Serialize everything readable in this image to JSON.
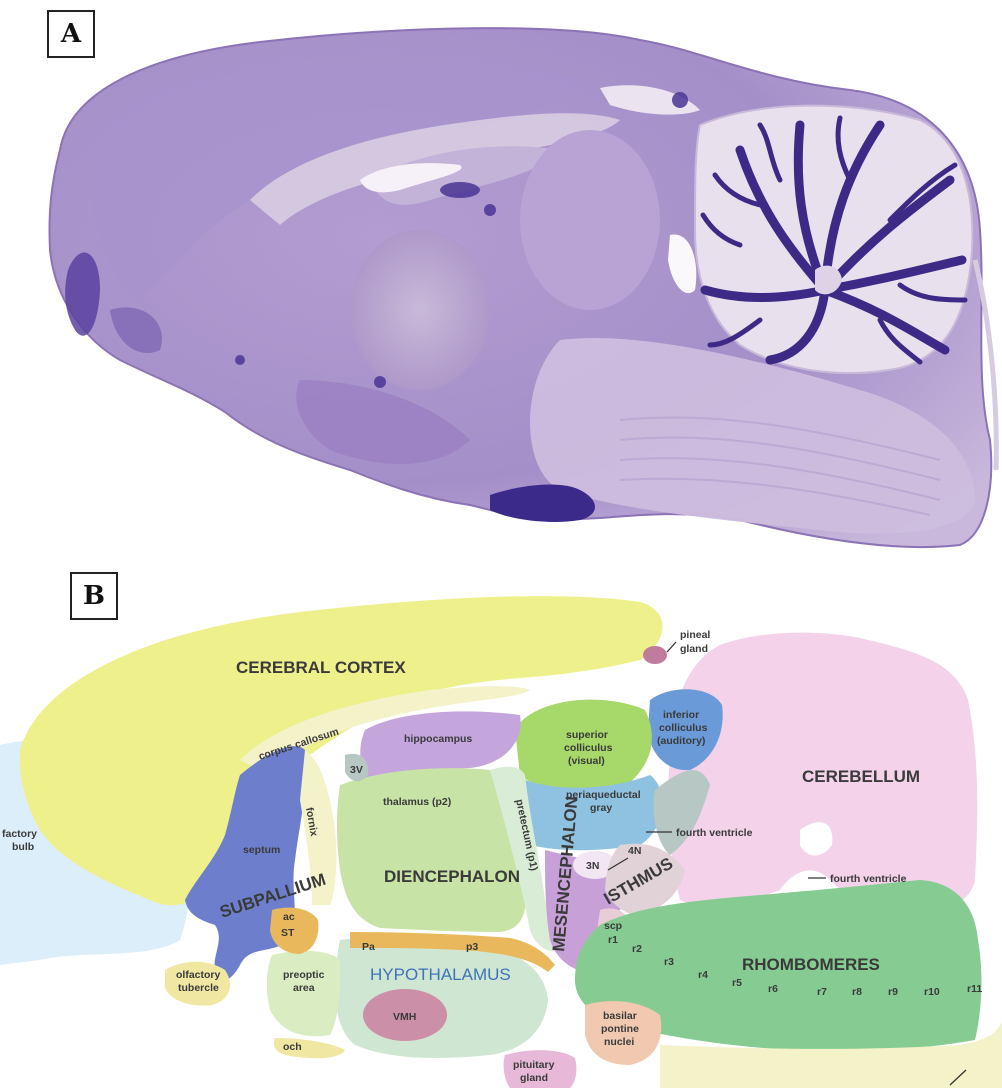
{
  "panels": {
    "a_label": "A",
    "b_label": "B"
  },
  "regions": {
    "cerebral_cortex": "CEREBRAL CORTEX",
    "pineal_gland_1": "pineal",
    "pineal_gland_2": "gland",
    "cerebellum": "CEREBELLUM",
    "inferior_colliculus_1": "inferior",
    "inferior_colliculus_2": "colliculus",
    "inferior_colliculus_3": "(auditory)",
    "superior_colliculus_1": "superior",
    "superior_colliculus_2": "colliculus",
    "superior_colliculus_3": "(visual)",
    "hippocampus": "hippocampus",
    "corpus_callosum": "corpus callosum",
    "third_ventricle": "3V",
    "periaqueductal_gray_1": "periaqueductal",
    "periaqueductal_gray_2": "gray",
    "fourth_ventricle_1": "fourth ventricle",
    "fourth_ventricle_2": "fourth ventricle",
    "olfactory_bulb_1": "factory",
    "olfactory_bulb_2": "bulb",
    "septum": "septum",
    "fornix": "fornix",
    "thalamus": "thalamus (p2)",
    "pretectum": "pretectum (p1)",
    "diencephalon": "DIENCEPHALON",
    "mesencephalon": "MESENCEPHALON",
    "three_n": "3N",
    "four_n": "4N",
    "isthmus": "ISTHMUS",
    "subpallium": "SUBPALLIUM",
    "ac": "ac",
    "st": "ST",
    "pa": "Pa",
    "p3": "p3",
    "scp": "scp",
    "olfactory_tubercle_1": "olfactory",
    "olfactory_tubercle_2": "tubercle",
    "preoptic_area_1": "preoptic",
    "preoptic_area_2": "area",
    "hypothalamus": "HYPOTHALAMUS",
    "vmh": "VMH",
    "och": "och",
    "pituitary_gland_1": "pituitary",
    "pituitary_gland_2": "gland",
    "basilar_pontine_1": "basilar",
    "basilar_pontine_2": "pontine",
    "basilar_pontine_3": "nuclei",
    "rhombomeres": "RHOMBOMERES",
    "r1": "r1",
    "r2": "r2",
    "r3": "r3",
    "r4": "r4",
    "r5": "r5",
    "r6": "r6",
    "r7": "r7",
    "r8": "r8",
    "r9": "r9",
    "r10": "r10",
    "r11": "r11"
  },
  "colors": {
    "stain_light": "#cbb6d6",
    "stain_mid": "#9a80c0",
    "stain_dark": "#3d2a86",
    "cortex": "#eef08c",
    "cerebellum": "#f3d2ea",
    "diencephalon": "#c8e3a6",
    "subpallium": "#6d7fcc",
    "rhombomeres": "#86cc92",
    "hypothalamus": "#cfe6d2"
  }
}
